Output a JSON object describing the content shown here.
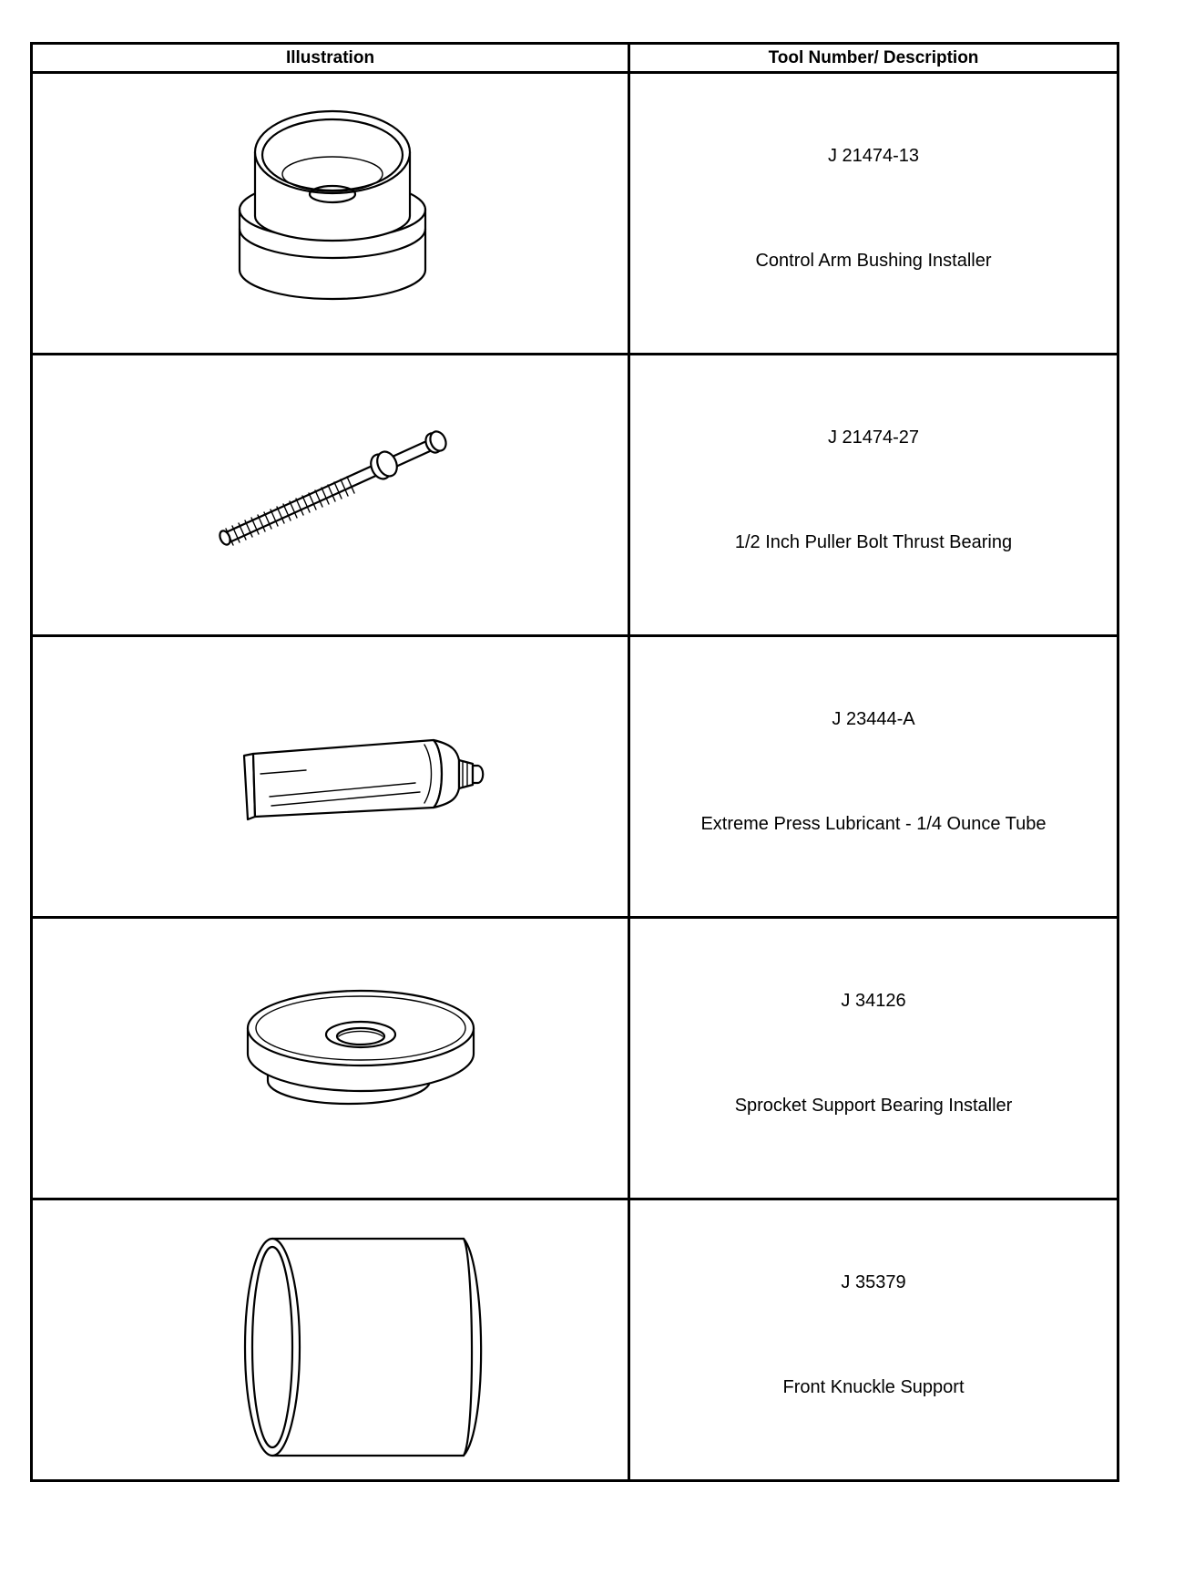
{
  "table": {
    "headers": {
      "illustration": "Illustration",
      "description": "Tool Number/ Description"
    },
    "rows": [
      {
        "tool_number": "J 21474-13",
        "description": "Control Arm Bushing Installer",
        "icon": "bushing-installer-icon"
      },
      {
        "tool_number": "J 21474-27",
        "description": "1/2 Inch Puller Bolt Thrust Bearing",
        "icon": "puller-bolt-icon"
      },
      {
        "tool_number": "J 23444-A",
        "description": "Extreme Press Lubricant - 1/4 Ounce Tube",
        "icon": "lubricant-tube-icon"
      },
      {
        "tool_number": "J 34126",
        "description": "Sprocket Support Bearing Installer",
        "icon": "bearing-installer-icon"
      },
      {
        "tool_number": "J 35379",
        "description": "Front Knuckle Support",
        "icon": "knuckle-support-icon"
      }
    ]
  }
}
